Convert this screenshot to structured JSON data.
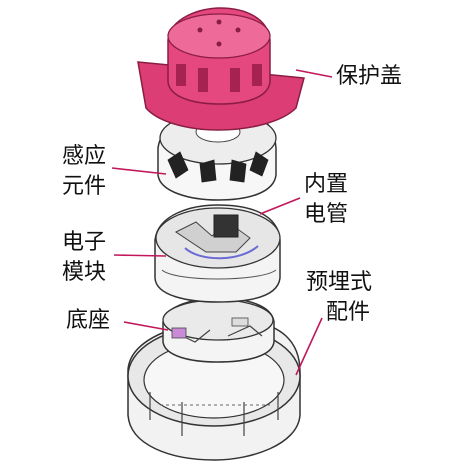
{
  "labels": {
    "cover": "保护盖",
    "sensor": [
      "感应",
      "元件"
    ],
    "detonator": [
      "内置",
      "电管"
    ],
    "module": [
      "电子",
      "模块"
    ],
    "embedded": [
      "预埋式",
      "配件"
    ],
    "base": "底座"
  },
  "colors": {
    "cover": "#dc3d74",
    "cover_dark": "#a62250",
    "leader": "#c2185b",
    "outline": "#333333",
    "body": "#f2f2f2"
  }
}
